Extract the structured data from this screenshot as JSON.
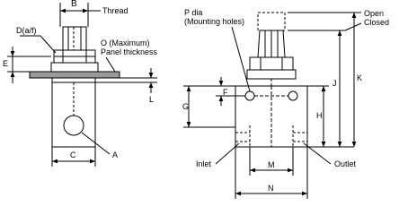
{
  "labels": {
    "B": "B",
    "thread": "Thread",
    "D": "D(a/f)",
    "O_line1": "O (Maximum)",
    "O_line2": "Panel thickness",
    "E": "E",
    "L": "L",
    "C": "C",
    "A": "A",
    "P_line1": "P dia",
    "P_line2": "(Mounting holes)",
    "open": "Open",
    "closed": "Closed",
    "F": "F",
    "G": "G",
    "H": "H",
    "J": "J",
    "K": "K",
    "inlet": "Inlet",
    "outlet": "Outlet",
    "M": "M",
    "N": "N"
  },
  "colors": {
    "line": "#000000",
    "panel": "#9a9a9a",
    "background": "#ffffff"
  }
}
